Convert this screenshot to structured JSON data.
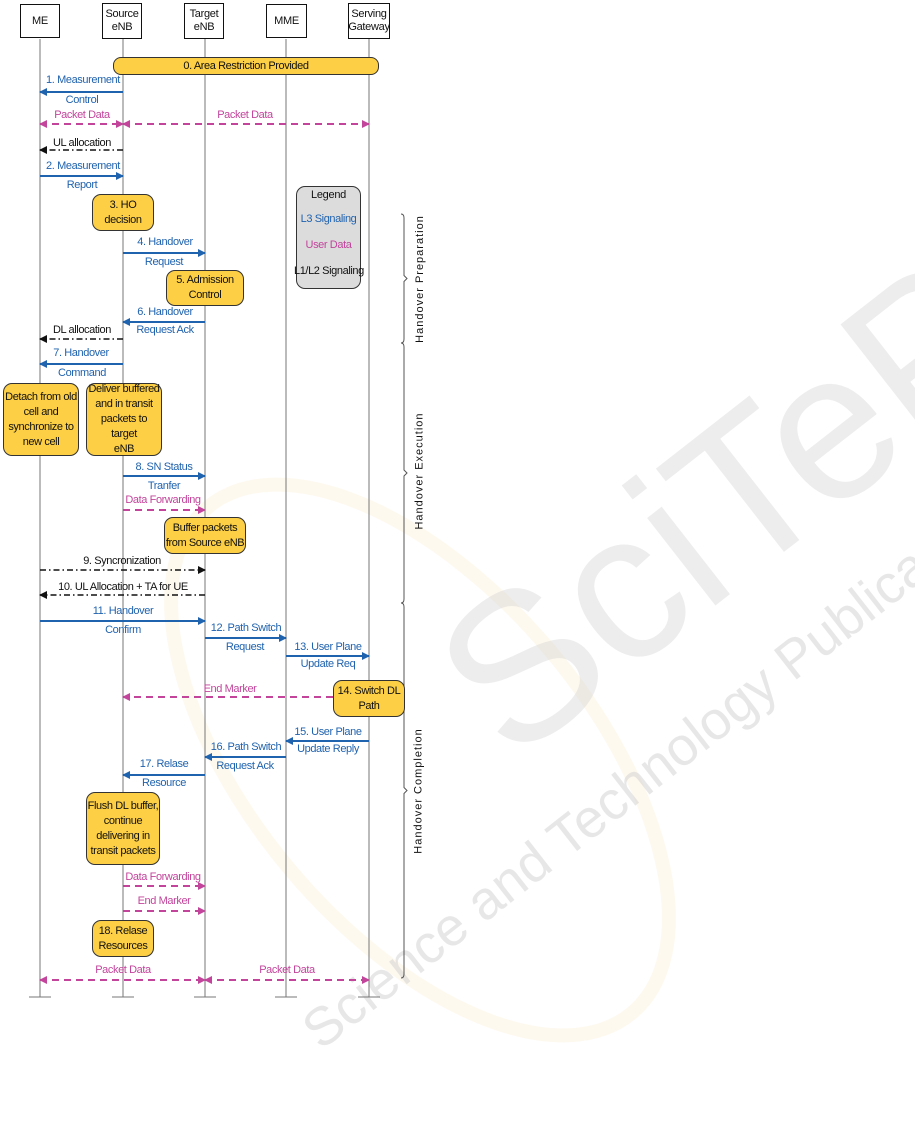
{
  "colors": {
    "l3_signaling": "#1f62ae",
    "user_data": "#c2449b",
    "l1l2_signaling": "#111111",
    "note_fill": "#fdcf45",
    "legend_fill": "#dcdcdc",
    "lifeline": "#777777"
  },
  "actors": [
    {
      "id": "me",
      "label": "ME"
    },
    {
      "id": "src",
      "label": "Source\neNB"
    },
    {
      "id": "tgt",
      "label": "Target\neNB"
    },
    {
      "id": "mme",
      "label": "MME"
    },
    {
      "id": "sgw",
      "label": "Serving\nGateway"
    }
  ],
  "notes": [
    {
      "id": "n0",
      "text": "0. Area Restriction Provided"
    },
    {
      "id": "n3",
      "text": "3. HO\ndecision"
    },
    {
      "id": "n5",
      "text": "5. Admission\nControl"
    },
    {
      "id": "n_detach",
      "text": "Detach from old\ncell and\nsynchronize to\nnew cell"
    },
    {
      "id": "n_deliver",
      "text": "Deliver buffered\nand in transit\npackets to target\neNB"
    },
    {
      "id": "n_buffer",
      "text": "Buffer packets\nfrom Source eNB"
    },
    {
      "id": "n14",
      "text": "14. Switch DL\nPath"
    },
    {
      "id": "n_flush",
      "text": "Flush DL buffer,\ncontinue\ndelivering in\ntransit packets"
    },
    {
      "id": "n18",
      "text": "18. Relase\nResources"
    }
  ],
  "messages": [
    {
      "id": "m1",
      "from": "src",
      "to": "me",
      "type": "l3",
      "label_top": "1. Measurement",
      "label_bottom": "Control"
    },
    {
      "id": "pd1",
      "from": "me",
      "to": "src",
      "type": "data",
      "bidir": true,
      "label_top": "Packet Data"
    },
    {
      "id": "pd2",
      "from": "src",
      "to": "sgw",
      "type": "data",
      "bidir": true,
      "label_top": "Packet Data"
    },
    {
      "id": "ul",
      "from": "src",
      "to": "me",
      "type": "l12",
      "label_top": "UL allocation"
    },
    {
      "id": "m2",
      "from": "me",
      "to": "src",
      "type": "l3",
      "label_top": "2. Measurement",
      "label_bottom": "Report"
    },
    {
      "id": "m4",
      "from": "src",
      "to": "tgt",
      "type": "l3",
      "label_top": "4. Handover",
      "label_bottom": "Request"
    },
    {
      "id": "m6",
      "from": "tgt",
      "to": "src",
      "type": "l3",
      "label_top": "6. Handover",
      "label_bottom": "Request Ack"
    },
    {
      "id": "dl",
      "from": "src",
      "to": "me",
      "type": "l12",
      "label_top": "DL allocation"
    },
    {
      "id": "m7",
      "from": "src",
      "to": "me",
      "type": "l3",
      "label_top": "7. Handover",
      "label_bottom": "Command"
    },
    {
      "id": "m8",
      "from": "src",
      "to": "tgt",
      "type": "l3",
      "label_top": "8. SN Status",
      "label_bottom": "Tranfer"
    },
    {
      "id": "df1",
      "from": "src",
      "to": "tgt",
      "type": "data",
      "label_top": "Data Forwarding"
    },
    {
      "id": "m9",
      "from": "me",
      "to": "tgt",
      "type": "l12",
      "label_top": "9. Syncronization"
    },
    {
      "id": "m10",
      "from": "tgt",
      "to": "me",
      "type": "l12",
      "label_top": "10. UL Allocation + TA for UE"
    },
    {
      "id": "m11",
      "from": "me",
      "to": "tgt",
      "type": "l3",
      "label_top": "11. Handover",
      "label_bottom": "Confirm"
    },
    {
      "id": "m12",
      "from": "tgt",
      "to": "mme",
      "type": "l3",
      "label_top": "12. Path Switch",
      "label_bottom": "Request"
    },
    {
      "id": "m13",
      "from": "mme",
      "to": "sgw",
      "type": "l3",
      "label_top": "13. User Plane",
      "label_bottom": "Update Req"
    },
    {
      "id": "em1",
      "from": "sgw",
      "to": "src",
      "type": "data",
      "label_top": "End Marker"
    },
    {
      "id": "m15",
      "from": "sgw",
      "to": "mme",
      "type": "l3",
      "label_top": "15. User Plane",
      "label_bottom": "Update Reply"
    },
    {
      "id": "m16",
      "from": "mme",
      "to": "tgt",
      "type": "l3",
      "label_top": "16. Path Switch",
      "label_bottom": "Request Ack"
    },
    {
      "id": "m17",
      "from": "tgt",
      "to": "src",
      "type": "l3",
      "label_top": "17. Relase",
      "label_bottom": "Resource"
    },
    {
      "id": "df2",
      "from": "src",
      "to": "tgt",
      "type": "data",
      "label_top": "Data Forwarding"
    },
    {
      "id": "em2",
      "from": "src",
      "to": "tgt",
      "type": "data",
      "label_top": "End Marker"
    },
    {
      "id": "pd3",
      "from": "me",
      "to": "tgt",
      "type": "data",
      "bidir": true,
      "label_top": "Packet Data"
    },
    {
      "id": "pd4",
      "from": "tgt",
      "to": "sgw",
      "type": "data",
      "bidir": true,
      "label_top": "Packet Data"
    }
  ],
  "legend": {
    "title": "Legend",
    "items": [
      {
        "type": "l3",
        "label": "L3 Signaling"
      },
      {
        "type": "data",
        "label": "User Data"
      },
      {
        "type": "l12",
        "label": "L1/L2 Signaling"
      }
    ]
  },
  "phases": [
    {
      "id": "prep",
      "label": "Handover Preparation"
    },
    {
      "id": "exec",
      "label": "Handover Execution"
    },
    {
      "id": "comp",
      "label": "Handover Completion"
    }
  ],
  "watermark": {
    "brand": "SciTePress",
    "tagline": "Science and Technology Publications"
  }
}
